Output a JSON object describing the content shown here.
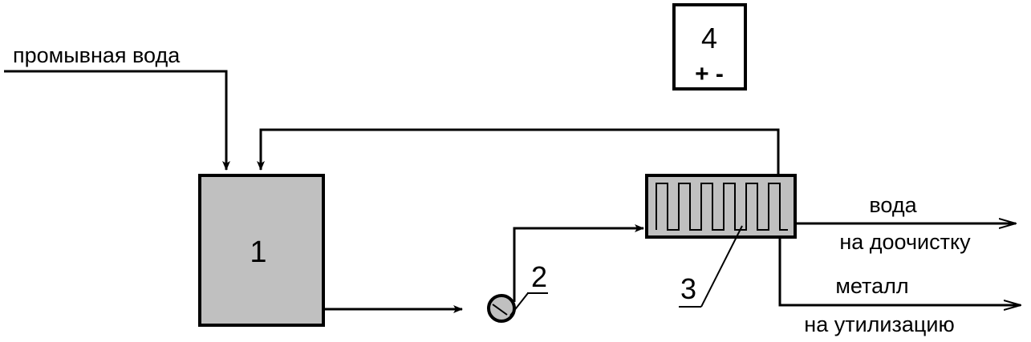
{
  "colors": {
    "line": "#000000",
    "vessel_fill": "#c0c0c0",
    "background": "#ffffff"
  },
  "labels": {
    "wash_water": "промывная вода",
    "water": "вода",
    "to_post_treatment": "на доочистку",
    "metal": "металл",
    "to_disposal": "на утилизацию"
  },
  "units": {
    "tank": {
      "number": "1"
    },
    "pump": {
      "number": "2"
    },
    "electrolyzer": {
      "number": "3"
    },
    "power_supply": {
      "number": "4",
      "polarity": "+ -"
    }
  }
}
